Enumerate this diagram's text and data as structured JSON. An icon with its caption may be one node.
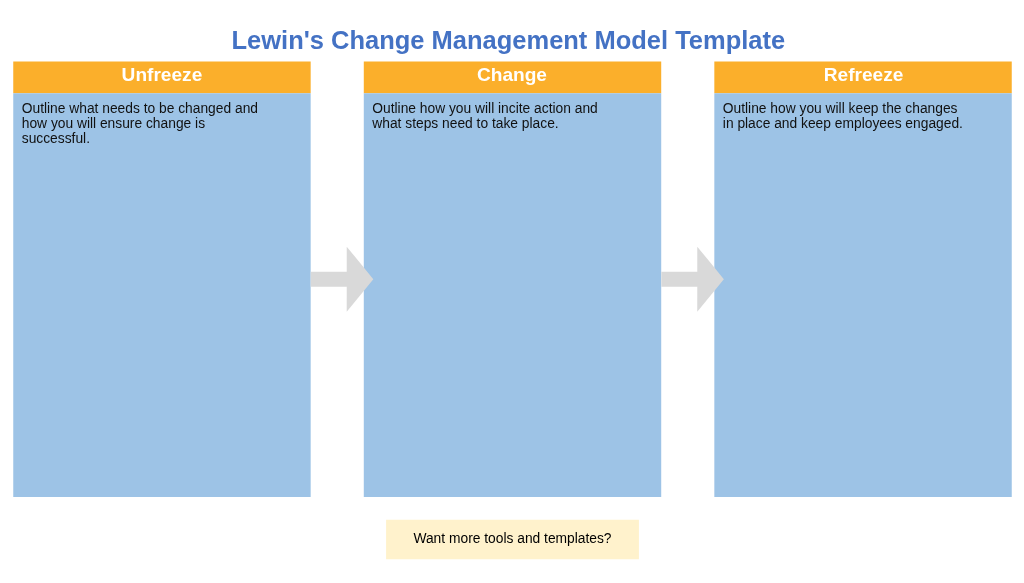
{
  "diagram": {
    "title": "Lewin's Change Management Model Template",
    "nodes": [
      {
        "text": [
          "Unfreeze",
          "Outline what needs to be changed and how you will ensure change is successful."
        ]
      },
      {
        "text": [
          "Change",
          "Outline how you will incite action and what steps need to take place."
        ]
      },
      {
        "text": [
          "Refreeze",
          "Outline how you will keep the changes in place and keep employees engaged."
        ]
      }
    ],
    "edges": [
      {
        "from": 0,
        "to": 1,
        "arrow": "to"
      },
      {
        "from": 1,
        "to": 2,
        "arrow": "to"
      }
    ],
    "labels": [
      "Want more tools and templates?"
    ]
  }
}
